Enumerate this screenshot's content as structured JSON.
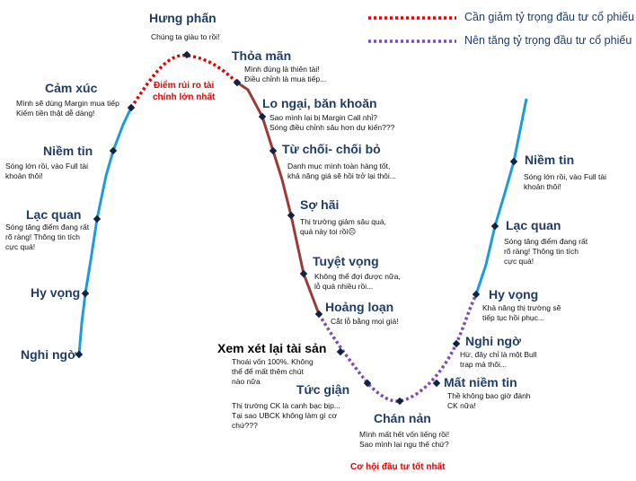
{
  "legend": {
    "reduce_label": "Cần giảm tỷ trọng đầu tư cổ phiếu",
    "reduce_color": "#e60000",
    "increase_label": "Nên tăng tỷ trọng đầu tư cổ phiếu",
    "increase_color": "#7f4bb5"
  },
  "curve_colors": {
    "rise": "#1b9be0",
    "decline": "#9a3c35"
  },
  "stages": {
    "nghi_ngo_1": {
      "title": "Nghi ngờ"
    },
    "hy_vong_1": {
      "title": "Hy vọng"
    },
    "lac_quan_1": {
      "title": "Lạc quan",
      "note": [
        "Sóng tăng điểm đang rất",
        "rõ ràng! Thông tin tích",
        "cực quá!"
      ]
    },
    "niem_tin_1": {
      "title": "Niềm tin",
      "note": [
        "Sóng lớn rồi, vào Full tài",
        "khoản thôi!"
      ]
    },
    "cam_xuc": {
      "title": "Cảm xúc",
      "note": [
        "Mình sẽ dùng Margin mua tiếp",
        "Kiếm tiền thật dễ dàng!"
      ]
    },
    "hung_phan": {
      "title": "Hưng phấn",
      "note": [
        "Chúng ta giàu to rồi!"
      ]
    },
    "thoa_man": {
      "title": "Thỏa mãn",
      "note": [
        "Mình  đúng là thiên tài!",
        "Điều chỉnh là mua  tiếp..."
      ]
    },
    "lo_ngai": {
      "title": "Lo ngại, băn khoăn",
      "note": [
        "Sao mình lại bị Margin Call nhỉ?",
        "Sóng điều chỉnh sâu hơn dự kiến???"
      ]
    },
    "tu_choi": {
      "title": "Từ chối- chối bỏ",
      "note": [
        "Danh mục mình toàn hàng tốt,",
        "khả năng giá sẽ hồi trở lại thôi..."
      ]
    },
    "so_hai": {
      "title": "Sợ hãi",
      "note": [
        "Thị trường giảm sâu quá,",
        "quá này toi rồi☹"
      ]
    },
    "tuyet_vong": {
      "title": "Tuyệt vọng",
      "note": [
        "Không thể đợi được nữa,",
        "lỗ quá nhiều rồi..."
      ]
    },
    "hoang_loan": {
      "title": "Hoảng loạn",
      "note": [
        "Cắt lỗ bằng mọi giá!"
      ]
    },
    "xem_xet": {
      "title": "Xem xét lại tài sản",
      "note": [
        "Thoái vốn 100%. Không",
        "thể để mất thêm chút",
        "nào nữa"
      ]
    },
    "tuc_gian": {
      "title": "Tức giận",
      "note": [
        "Thị trường CK là canh bạc bịp...",
        "Tại sao UBCK không làm gì cơ",
        "chứ???"
      ]
    },
    "chan_nan": {
      "title": "Chán nản",
      "note": [
        "Mình mất hết vốn liếng rồi!",
        "Sao mình lại ngu thế chứ?"
      ]
    },
    "mat_niem_tin": {
      "title": "Mất niềm tin",
      "note": [
        "Thề không bao giờ đánh",
        "CK nữa!"
      ]
    },
    "nghi_ngo_2": {
      "title": "Nghi ngờ",
      "note": [
        "Hừ, đây chỉ là một Bull",
        "trap mà thôi..."
      ]
    },
    "hy_vong_2": {
      "title": "Hy vọng",
      "note": [
        "Khả năng thị trường sẽ",
        "tiếp tục hồi phục..."
      ]
    },
    "lac_quan_2": {
      "title": "Lạc quan",
      "note": [
        "Sóng tăng điểm đang rất",
        "rõ ràng! Thông tin tích",
        "cực quá!"
      ]
    },
    "niem_tin_2": {
      "title": "Niềm tin",
      "note": [
        "Sóng lớn rồi, vào Full tài",
        "khoản thôi!"
      ]
    }
  },
  "annotations": {
    "max_risk": [
      "Điểm rủi ro tài",
      "chính lớn nhất"
    ],
    "best_opportunity": "Cơ hội đầu tư tốt nhất"
  }
}
